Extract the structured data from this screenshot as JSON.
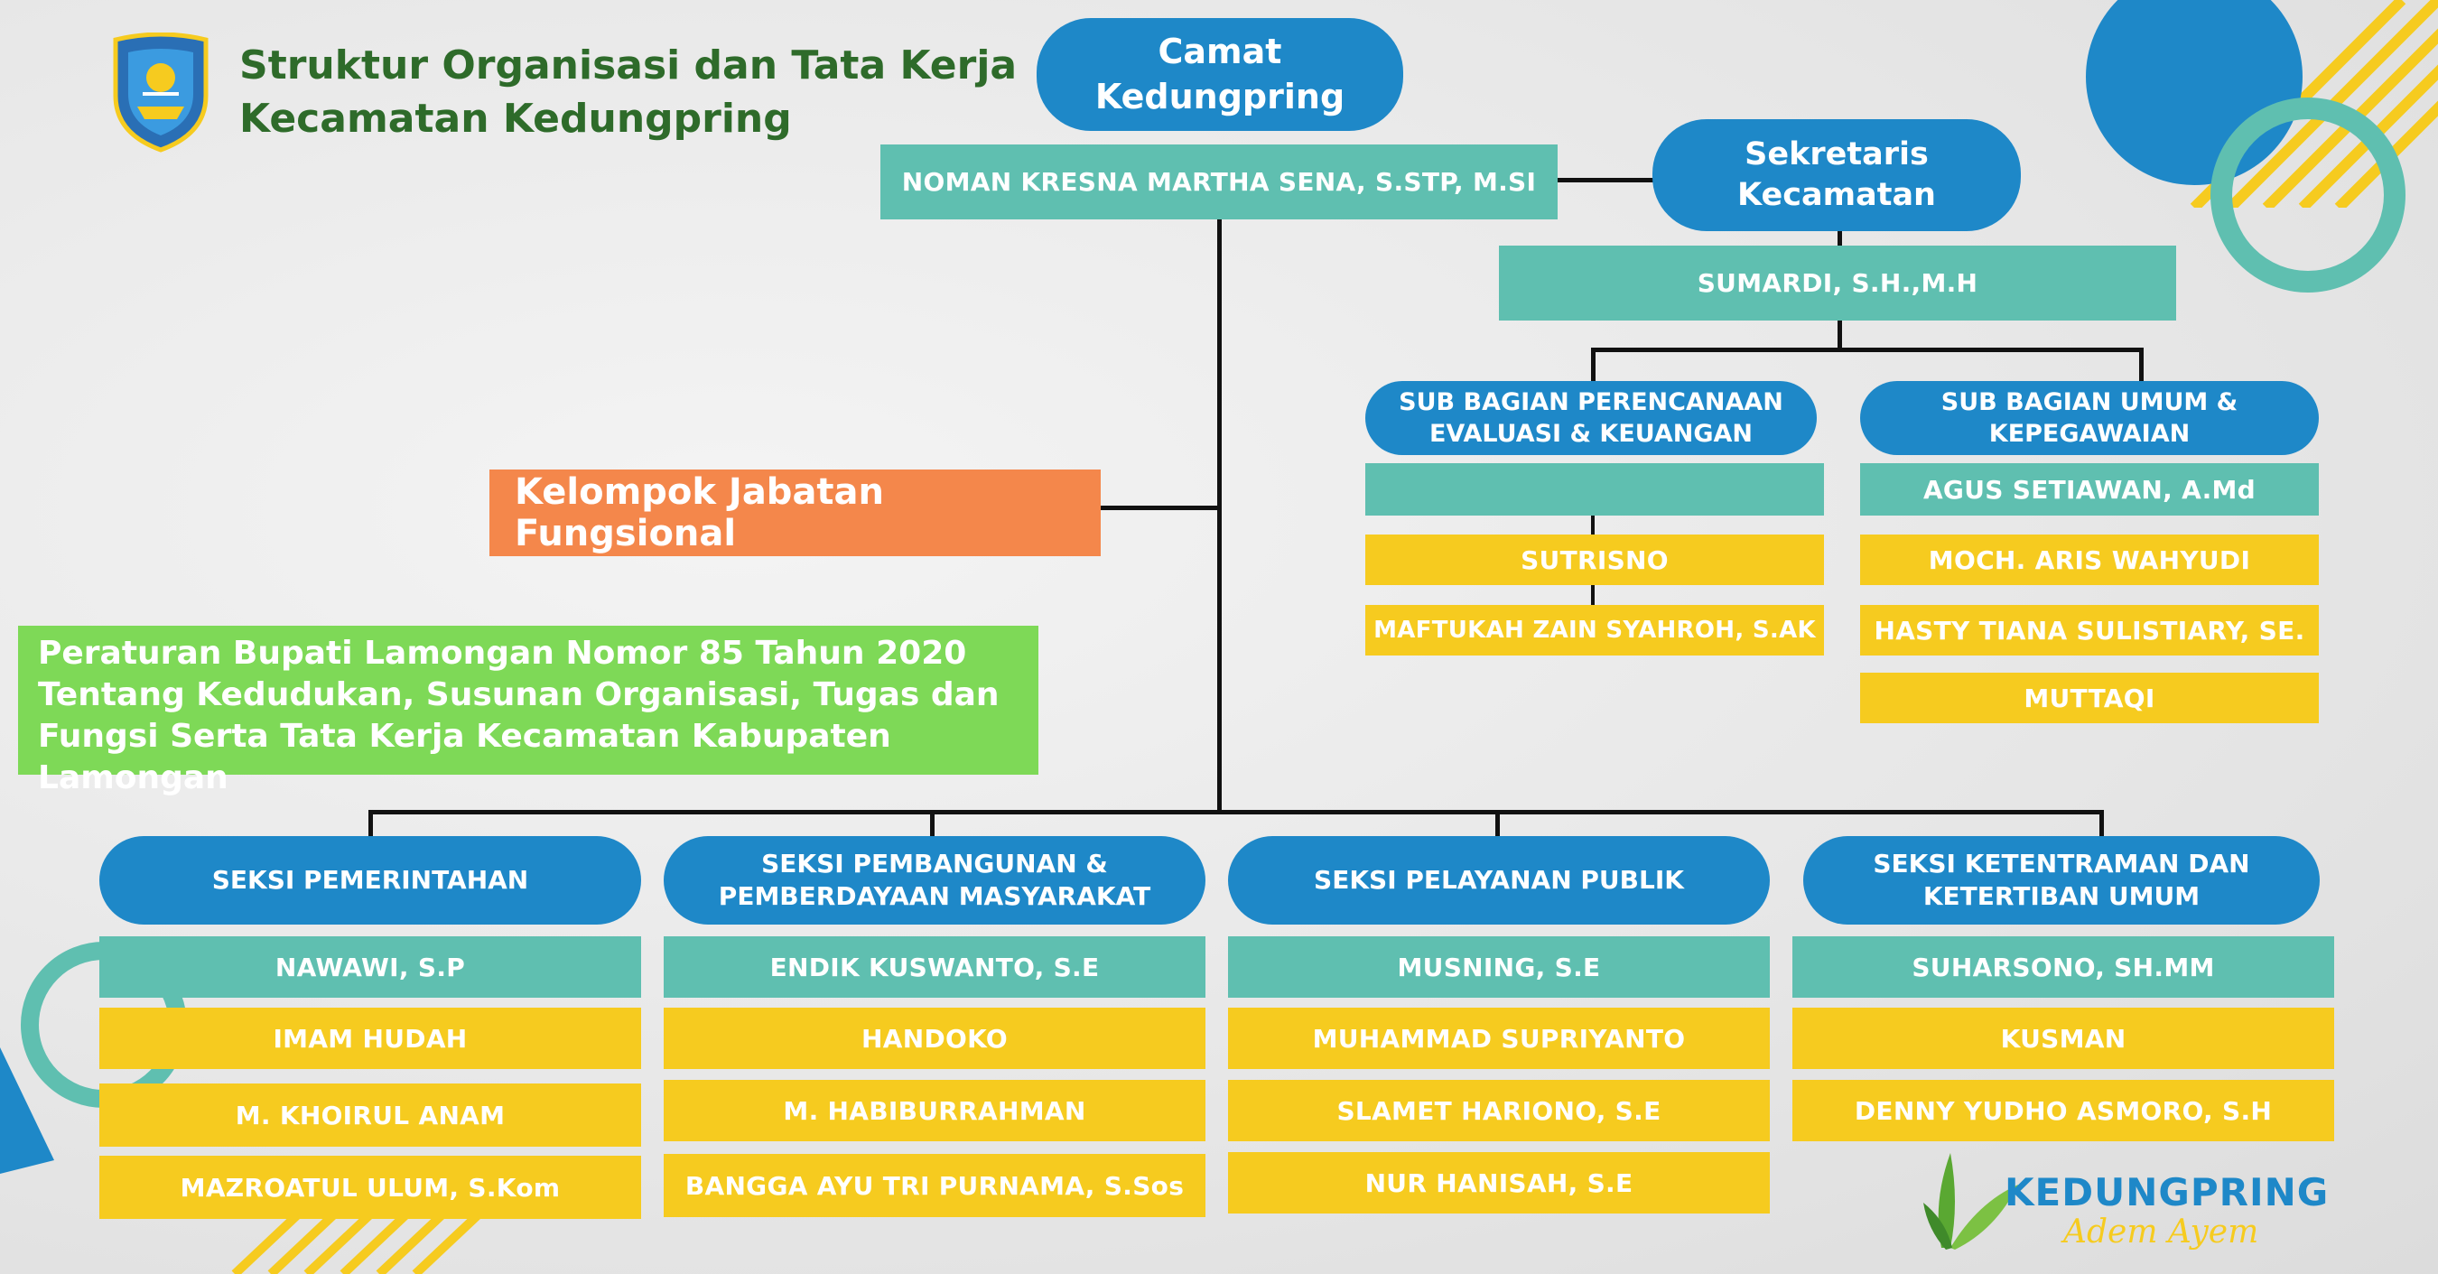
{
  "header": {
    "title_line1": "Struktur Organisasi dan Tata Kerja",
    "title_line2": "Kecamatan Kedungpring"
  },
  "camat": {
    "title": "Camat\nKedungpring",
    "name": "NOMAN KRESNA MARTHA SENA, S.STP, M.SI"
  },
  "sekretaris": {
    "title": "Sekretaris\nKecamatan",
    "name": "SUMARDI, S.H.,M.H"
  },
  "sub_perencanaan": {
    "title": "SUB BAGIAN PERENCANAAN\nEVALUASI & KEUANGAN",
    "head": "",
    "staff": [
      "SUTRISNO",
      "MAFTUKAH ZAIN SYAHROH, S.AK"
    ]
  },
  "sub_umum": {
    "title": "SUB BAGIAN UMUM &\nKEPEGAWAIAN",
    "head": "AGUS SETIAWAN, A.Md",
    "staff": [
      "MOCH. ARIS WAHYUDI",
      "HASTY TIANA SULISTIARY, SE.",
      "MUTTAQI"
    ]
  },
  "fungsional": {
    "label": "Kelompok Jabatan Fungsional"
  },
  "regulation": {
    "text": "Peraturan Bupati Lamongan Nomor 85 Tahun 2020\nTentang Kedudukan, Susunan Organisasi, Tugas dan\nFungsi Serta Tata Kerja Kecamatan Kabupaten Lamongan"
  },
  "seksi": [
    {
      "title": "SEKSI PEMERINTAHAN",
      "head": "NAWAWI, S.P",
      "staff": [
        "IMAM HUDAH",
        "M. KHOIRUL ANAM",
        "MAZROATUL ULUM, S.Kom"
      ]
    },
    {
      "title": "SEKSI PEMBANGUNAN &\nPEMBERDAYAAN MASYARAKAT",
      "head": "ENDIK KUSWANTO, S.E",
      "staff": [
        "HANDOKO",
        "M. HABIBURRAHMAN",
        "BANGGA AYU TRI PURNAMA, S.Sos"
      ]
    },
    {
      "title": "SEKSI PELAYANAN PUBLIK",
      "head": "MUSNING, S.E",
      "staff": [
        "MUHAMMAD SUPRIYANTO",
        "SLAMET HARIONO, S.E",
        "NUR HANISAH, S.E"
      ]
    },
    {
      "title": "SEKSI KETENTRAMAN DAN\nKETERTIBAN UMUM",
      "head": "SUHARSONO, SH.MM",
      "staff": [
        "KUSMAN",
        "DENNY YUDHO ASMORO, S.H"
      ]
    }
  ],
  "brand": {
    "name": "KEDUNGPRING",
    "tagline": "Adem Ayem"
  },
  "colors": {
    "blue": "#1e88c8",
    "teal": "#5fbfb0",
    "yellow": "#f6cb1f",
    "orange": "#f4874b",
    "green": "#7ed957",
    "title_green": "#2e6b2a"
  }
}
